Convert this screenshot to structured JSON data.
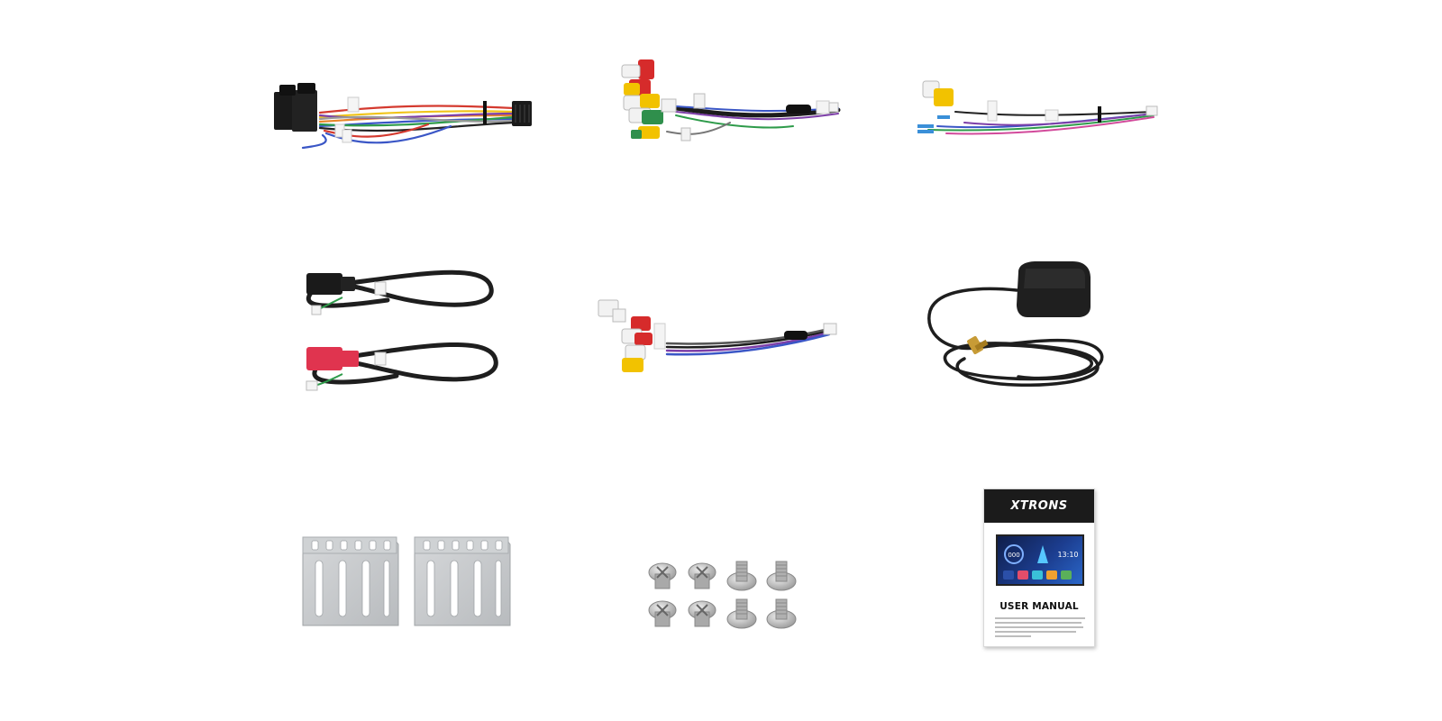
{
  "scene": {
    "description_items": [
      "iso-power-harness",
      "rca-audio-video-cable",
      "camera-input-cable",
      "usb-cables",
      "rca-av-cable",
      "gps-antenna",
      "mounting-brackets",
      "screws",
      "user-manual"
    ]
  },
  "manual": {
    "brand": "XTRONS",
    "title": "USER MANUAL",
    "screen_time": "13:10",
    "screen_speed": "000"
  },
  "colors": {
    "background": "#ffffff",
    "cable_black": "#1e1e1e",
    "rca_red": "#d62b2b",
    "rca_yellow": "#f2c200",
    "rca_white": "#f2f2f2",
    "usb_red": "#e0344f",
    "metal": "#c8cbcd"
  }
}
